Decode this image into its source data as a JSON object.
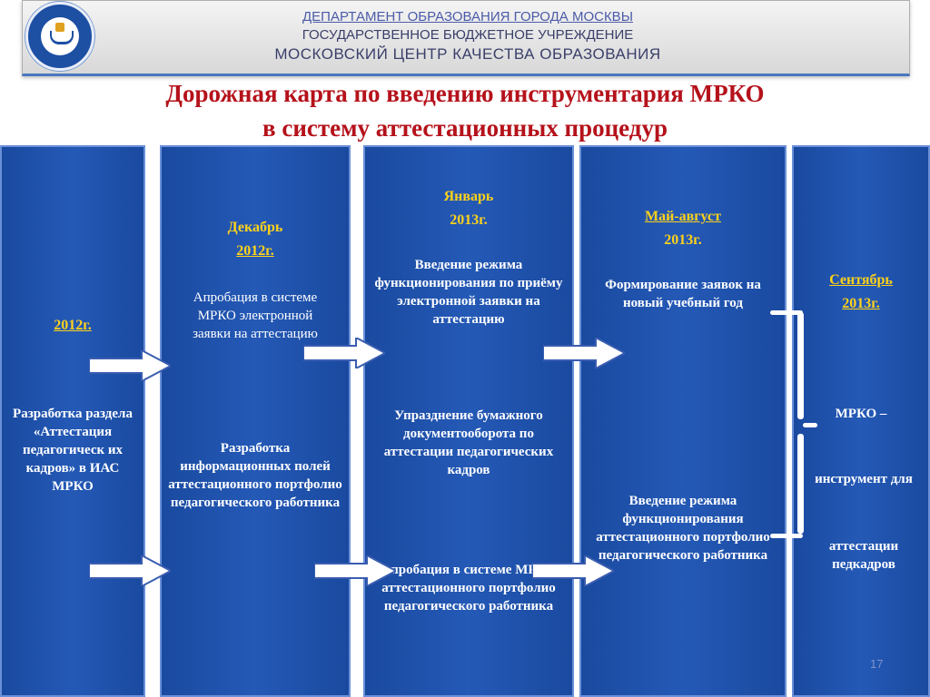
{
  "header": {
    "line1": "ДЕПАРТАМЕНТ ОБРАЗОВАНИЯ ГОРОДА МОСКВЫ",
    "line2": "ГОСУДАРСТВЕННОЕ БЮДЖЕТНОЕ УЧРЕЖДЕНИЕ",
    "line3": "МОСКОВСКИЙ  ЦЕНТР  КАЧЕСТВА  ОБРАЗОВАНИЯ"
  },
  "title": {
    "line1": "Дорожная карта по введению инструментария МРКО",
    "line2": "в систему аттестационных процедур"
  },
  "columns": [
    {
      "date": "2012г.",
      "text1": "Разработка раздела «Аттестация педагогическ их кадров» в ИАС МРКО"
    },
    {
      "date_line1": "Декабрь",
      "date_line2": "2012г.",
      "text1": "Апробация  в системе МРКО электронной заявки на аттестацию",
      "text2": "Разработка информационных полей аттестационного портфолио педагогического работника"
    },
    {
      "date_line1": "Январь",
      "date_line2": "2013г.",
      "text1": "Введение режима функционирования по приёму электронной заявки на аттестацию",
      "text2": "Упразднение бумажного документооборота по аттестации педагогических кадров",
      "text3": "Апробация в системе МРКО аттестационного портфолио педагогического работника"
    },
    {
      "date_line1": "Май-август",
      "date_line2": "2013г.",
      "text1": "Формирование заявок на новый учебный год",
      "text2": "Введение режима функционирования аттестационного портфолио педагогического работника"
    },
    {
      "date_line1": "Сентябрь",
      "date_line2": "2013г.",
      "text1": "МРКО –",
      "text2": "инструмент для",
      "text3": "аттестации педкадров"
    }
  ],
  "page_number": "17",
  "colors": {
    "column_blue": "#1f52ad",
    "date_yellow": "#ffd21a",
    "title_red": "#b5121b"
  }
}
